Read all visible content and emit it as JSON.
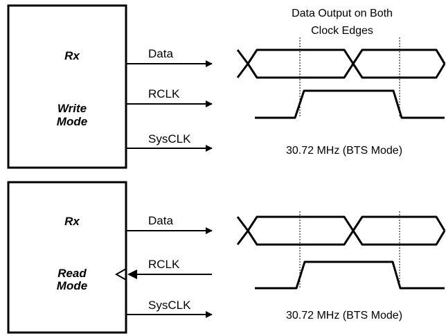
{
  "header": {
    "line1": "Data Output on Both",
    "line2": "Clock Edges"
  },
  "blocks": [
    {
      "id": "write",
      "title": "Rx",
      "mode_line1": "Write",
      "mode_line2": "Mode",
      "signals": [
        {
          "label": "Data",
          "direction": "out"
        },
        {
          "label": "RCLK",
          "direction": "out"
        },
        {
          "label": "SysCLK",
          "direction": "out"
        }
      ],
      "caption": "30.72 MHz  (BTS Mode)"
    },
    {
      "id": "read",
      "title": "Rx",
      "mode_line1": "Read",
      "mode_line2": "Mode",
      "signals": [
        {
          "label": "Data",
          "direction": "out"
        },
        {
          "label": "RCLK",
          "direction": "in"
        },
        {
          "label": "SysCLK",
          "direction": "out"
        }
      ],
      "caption": "30.72 MHz  (BTS Mode)"
    }
  ]
}
